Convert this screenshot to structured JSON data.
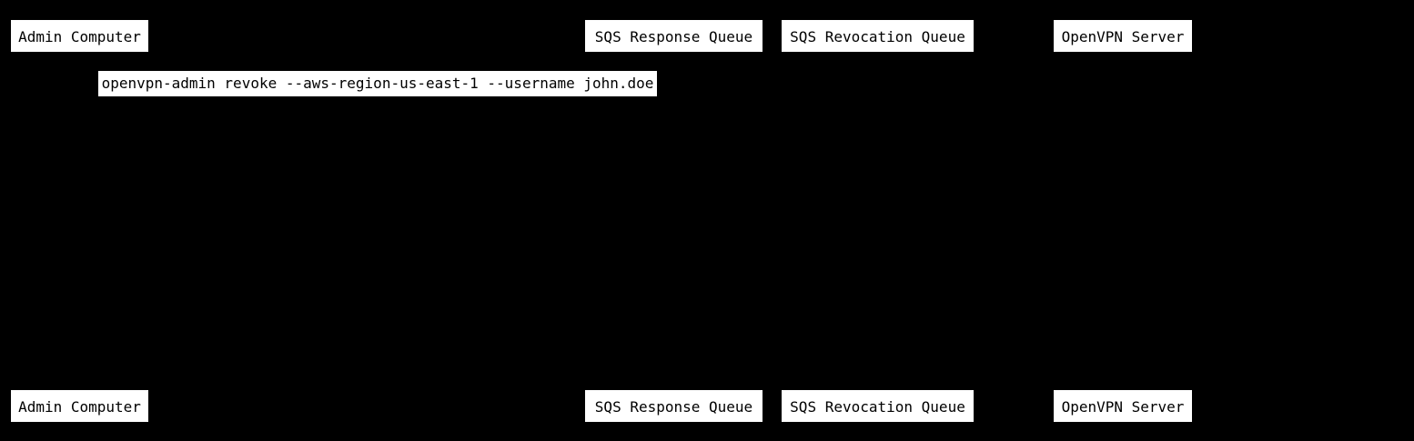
{
  "diagram": {
    "type": "sequence-diagram",
    "background_color": "#000000",
    "box_fill_color": "#ffffff",
    "box_text_color": "#000000",
    "actors": [
      {
        "name": "Admin Computer"
      },
      {
        "name": "SQS Response Queue"
      },
      {
        "name": "SQS Revocation Queue"
      },
      {
        "name": "OpenVPN Server"
      }
    ],
    "messages": [
      {
        "label": "openvpn-admin revoke --aws-region-us-east-1 --username john.doe"
      }
    ]
  }
}
